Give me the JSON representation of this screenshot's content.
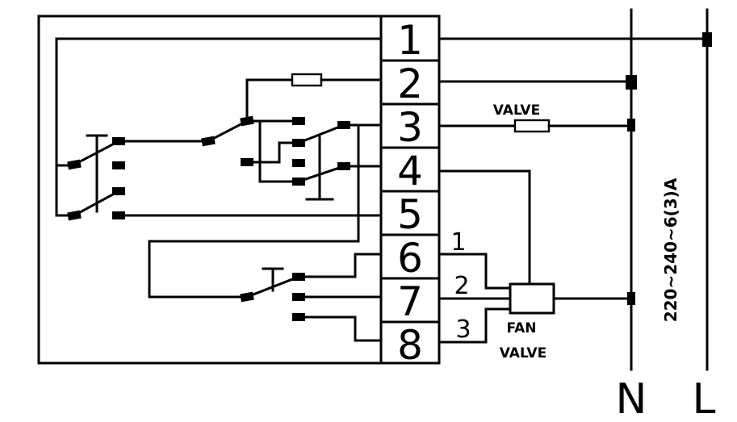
{
  "terminals": [
    "1",
    "2",
    "3",
    "4",
    "5",
    "6",
    "7",
    "8"
  ],
  "labels": {
    "valve": "VALVE",
    "fan": "FAN",
    "fan_valve": "VALVE",
    "neutral": "N",
    "live": "L",
    "voltage": "220~240~6(3)A"
  },
  "fan_wires": [
    "1",
    "2",
    "3"
  ]
}
